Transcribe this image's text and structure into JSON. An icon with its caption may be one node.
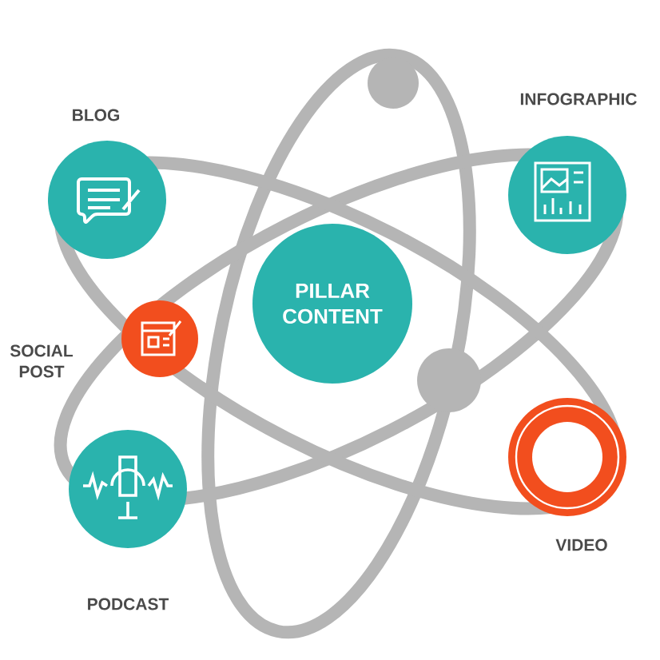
{
  "diagram": {
    "nodes": [
      {
        "text": [
          "PILLAR CONTENT"
        ]
      },
      {
        "text": [
          "BLOG"
        ]
      },
      {
        "text": [
          "INFOGRAPHIC"
        ]
      },
      {
        "text": [
          "SOCIAL POST"
        ]
      },
      {
        "text": [
          "PODCAST"
        ]
      },
      {
        "text": [
          "VIDEO"
        ]
      }
    ]
  }
}
